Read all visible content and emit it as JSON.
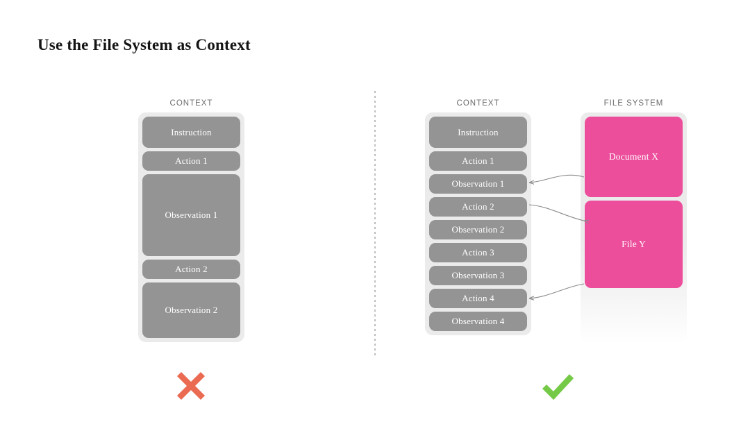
{
  "title": "Use the File System as Context",
  "colors": {
    "context_block": "#949494",
    "file_block": "#ec4e9c",
    "stack_bg": "#ebebeb",
    "header_text": "#6b6b6b",
    "cross": "#eb6a52",
    "check": "#74c947",
    "divider": "#bdbdbd",
    "connector": "#8a8a8a"
  },
  "left_panel": {
    "header": "CONTEXT",
    "verdict_icon": "cross-icon",
    "blocks": [
      {
        "label": "Instruction",
        "height": 45,
        "kind": "context"
      },
      {
        "label": "Action 1",
        "height": 28,
        "kind": "context"
      },
      {
        "label": "Observation 1",
        "height": 118,
        "kind": "context"
      },
      {
        "label": "Action 2",
        "height": 28,
        "kind": "context"
      },
      {
        "label": "Observation 2",
        "height": 80,
        "kind": "context"
      }
    ]
  },
  "right_panel": {
    "verdict_icon": "check-icon",
    "context": {
      "header": "CONTEXT",
      "blocks": [
        {
          "label": "Instruction",
          "height": 45,
          "kind": "context"
        },
        {
          "label": "Action 1",
          "height": 28,
          "kind": "context"
        },
        {
          "label": "Observation 1",
          "height": 28,
          "kind": "context"
        },
        {
          "label": "Action 2",
          "height": 28,
          "kind": "context"
        },
        {
          "label": "Observation 2",
          "height": 28,
          "kind": "context"
        },
        {
          "label": "Action 3",
          "height": 28,
          "kind": "context"
        },
        {
          "label": "Observation 3",
          "height": 28,
          "kind": "context"
        },
        {
          "label": "Action 4",
          "height": 28,
          "kind": "context"
        },
        {
          "label": "Observation 4",
          "height": 28,
          "kind": "context"
        }
      ]
    },
    "file_system": {
      "header": "FILE SYSTEM",
      "blocks": [
        {
          "label": "Document X",
          "height": 116,
          "kind": "file"
        },
        {
          "label": "File Y",
          "height": 126,
          "kind": "file"
        }
      ]
    },
    "connectors": [
      {
        "from": "Document X",
        "to": "Observation 1",
        "direction": "to-context"
      },
      {
        "from": "Action 2",
        "to": "File Y",
        "direction": "to-file"
      },
      {
        "from": "File Y",
        "to": "Action 4",
        "direction": "to-context"
      }
    ]
  }
}
